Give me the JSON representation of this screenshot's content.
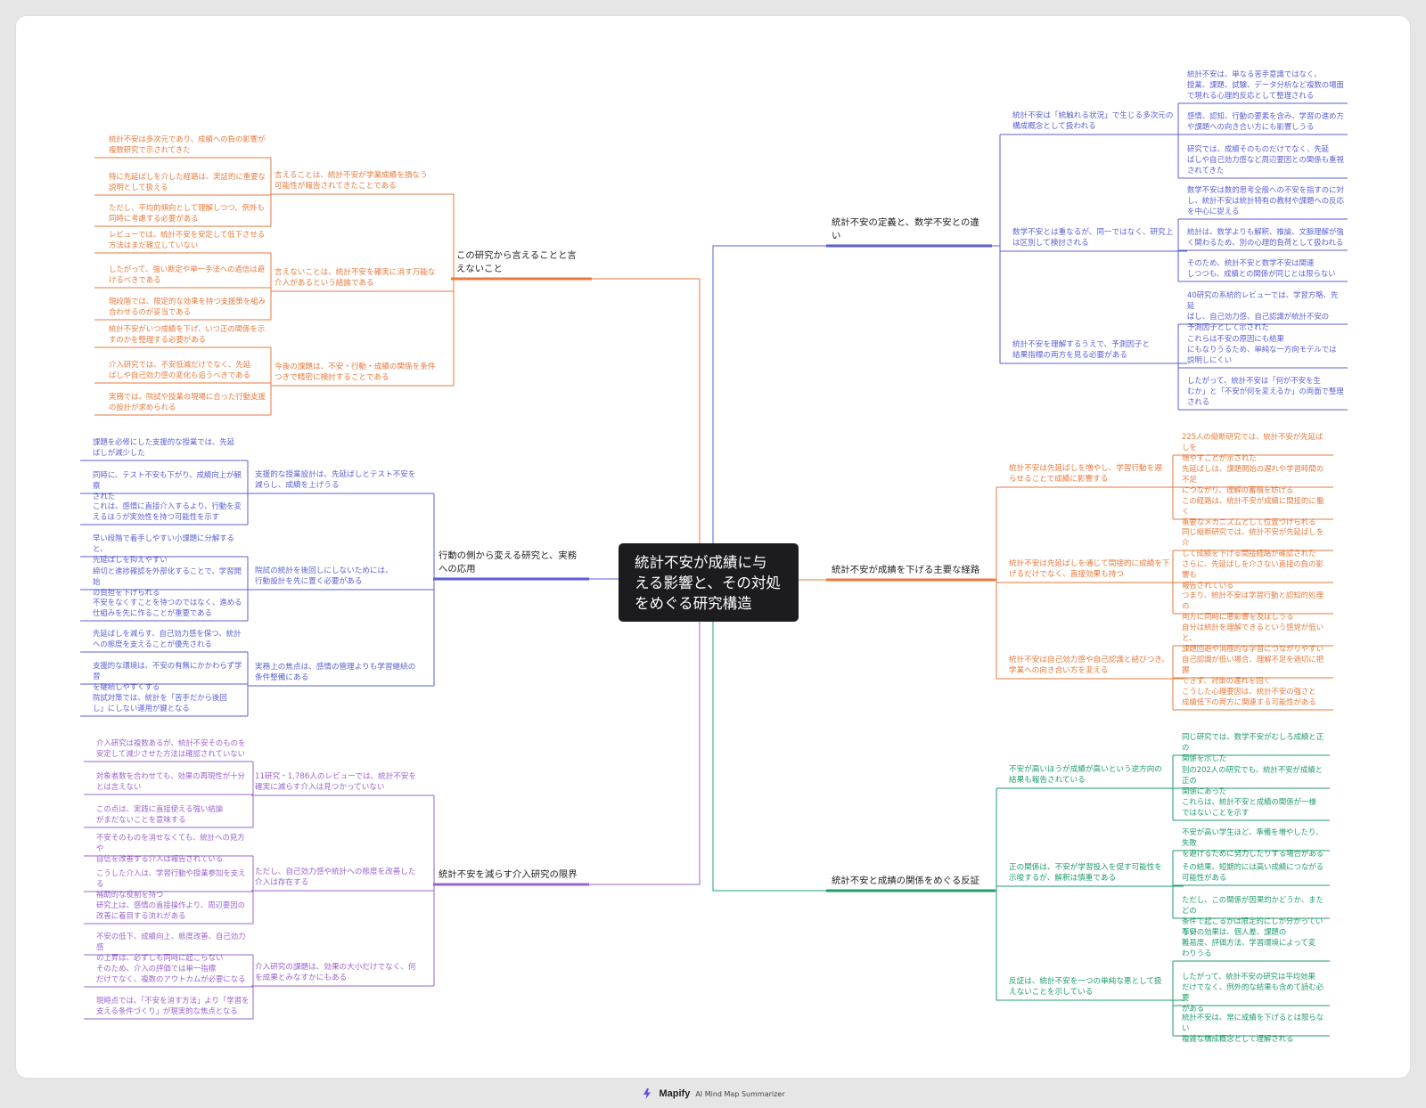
{
  "root": "統計不安が成績に与\nえる影響と、その対処\nをめぐる研究構造",
  "colors": {
    "blue": "#5a5fd6",
    "orange": "#ea7a3c",
    "green": "#1f9e6a",
    "purple": "#9a63d0",
    "root_bg": "#1c1c1e",
    "canvas": "#ffffff",
    "frame": "#e6e6e6"
  },
  "branches": [
    {
      "label": "統計不安の定義と、数学不安との違\nい",
      "color": "blue",
      "children": [
        {
          "label": "統計不安は「統触れる状況」で生じる多次元の\n構成概念として扱われる",
          "children": [
            "統計不安は、単なる苦手意識ではなく、\n授業、課題、試験、データ分析など複数の場面\nで現れる心理的反応として整理される",
            "感情、認知、行動の要素を含み、学習の進め方\nや課題への向き合い方にも影響しうる",
            "研究では、成績そのものだけでなく、先延\nばしや自己効力感など周辺要因との関係も重視\nされてきた"
          ]
        },
        {
          "label": "数学不安とは重なるが、同一ではなく、研究上\nは区別して検討される",
          "children": [
            "数学不安は数的思考全般への不安を指すのに対\nし、統計不安は統計特有の教材や課題への反応\nを中心に捉える",
            "統計は、数学よりも解釈、推論、文脈理解が強\nく関わるため、別の心理的負荷として扱われる",
            "そのため、統計不安と数学不安は関連\nしつつも、成績との関係が同じとは限らない"
          ]
        },
        {
          "label": "統計不安を理解するうえで、予測因子と\n結果指標の両方を見る必要がある",
          "children": [
            "40研究の系統的レビューでは、学習方略、先延\nばし、自己効力感、自己認識が統計不安の\n予測因子として示された",
            "これらは不安の原因にも結果\nにもなりうるため、単純な一方向モデルでは\n説明しにくい",
            "したがって、統計不安は「何が不安を生\nむか」と「不安が何を変えるか」の両面で整理\nされる"
          ]
        }
      ]
    },
    {
      "label": "統計不安が成績を下げる主要な経路",
      "color": "orange",
      "children": [
        {
          "label": "統計不安は先延ばしを増やし、学習行動を遅\nらせることで成績に影響する",
          "children": [
            "225人の縦断研究では、統計不安が先延ばしを\n増やすことが示された",
            "先延ばしは、課題開始の遅れや学習時間の不足\nにつながり、理解の蓄積を妨げる",
            "この経路は、統計不安が成績に間接的に働く\n重要なメカニズムとして位置づけられる"
          ]
        },
        {
          "label": "統計不安は先延ばしを通じて間接的に成績を下\nげるだけでなく、直接効果も持つ",
          "children": [
            "同じ縦断研究では、統計不安が先延ばしを介\nして成績を下げる間接経路が確認された",
            "さらに、先延ばしを介さない直接の負の影響も\n報告されている",
            "つまり、統計不安は学習行動と認知的処理の\n両方に同時に悪影響を及ぼしうる"
          ]
        },
        {
          "label": "統計不安は自己効力感や自己認識と結びつき、\n学業への向き合い方を変える",
          "children": [
            "自分は統計を理解できるという感覚が低いと、\n課題回避や消極的な学習につながりやすい",
            "自己認識が低い場合、理解不足を適切に把握\nできず、対策の遅れを招く",
            "こうした心理要因は、統計不安の強さと\n成績低下の両方に関連する可能性がある"
          ]
        }
      ]
    },
    {
      "label": "統計不安と成績の関係をめぐる反証",
      "color": "green",
      "children": [
        {
          "label": "不安が高いほうが成績が高いという逆方向の\n結果も報告されている",
          "children": [
            "同じ研究では、数学不安がむしろ成績と正の\n関係を示した",
            "別の202人の研究でも、統計不安が成績と正の\n関係にあった",
            "これらは、統計不安と成績の関係が一様\nではないことを示す"
          ]
        },
        {
          "label": "正の関係は、不安が学習投入を促す可能性を\n示唆するが、解釈は慎重である",
          "children": [
            "不安が高い学生ほど、準備を増やしたり、失敗\nを避けるために努力したりする場合がある",
            "その結果、短期的には高い成績につながる\n可能性がある",
            "ただし、この関係が因果的かどうか、またどの\n条件で起こるかは限定的にしか分かっていない"
          ]
        },
        {
          "label": "反証は、統計不安を一つの単純な悪として扱\nえないことを示している",
          "children": [
            "不安の効果は、個人差、課題の\n難易度、評価方法、学習環境によって変\nわりうる",
            "したがって、統計不安の研究は平均効果\nだけでなく、例外的な結果も含めて読む必要\nがある",
            "統計不安は、常に成績を下げるとは限らない\n複雑な構成概念として理解される"
          ]
        }
      ]
    },
    {
      "label": "この研究から言えることと言\nえないこと",
      "color": "orange",
      "children": [
        {
          "label": "言えることは、統計不安が学業成績を損なう\n可能性が報告されてきたことである",
          "children": [
            "統計不安は多次元であり、成績への負の影響が\n複数研究で示されてきた",
            "特に先延ばしを介した経路は、実証的に重要な\n説明として扱える",
            "ただし、平均的傾向として理解しつつ、例外も\n同時に考慮する必要がある"
          ]
        },
        {
          "label": "言えないことは、統計不安を確実に消す万能な\n介入があるという結論である",
          "children": [
            "レビューでは、統計不安を安定して低下させる\n方法はまだ確立していない",
            "したがって、強い断定や単一手法への過信は避\nけるべきである",
            "現段階では、限定的な効果を持つ支援策を組み\n合わせるのが妥当である"
          ]
        },
        {
          "label": "今後の課題は、不安・行動・成績の関係を条件\nつきで精密に検討することである",
          "children": [
            "統計不安がいつ成績を下げ、いつ正の関係を示\nすのかを整理する必要がある",
            "介入研究では、不安低減だけでなく、先延\nばしや自己効力感の変化も追うべきである",
            "実務では、院試や授業の現場に合った行動支援\nの設計が求められる"
          ]
        }
      ]
    },
    {
      "label": "行動の側から変える研究と、実務\nへの応用",
      "color": "blue",
      "children": [
        {
          "label": "支援的な授業設計は、先延ばしとテスト不安を\n減らし、成績を上げうる",
          "children": [
            "課題を必修にした支援的な授業では、先延\nばしが減少した",
            "同時に、テスト不安も下がり、成績向上が観察\nされた",
            "これは、感情に直接介入するより、行動を変\nえるほうが実効性を持つ可能性を示す"
          ]
        },
        {
          "label": "院試の統計を後回しにしないためには、\n行動設計を先に置く必要がある",
          "children": [
            "早い段階で着手しやすい小課題に分解すると、\n先延ばしを抑えやすい",
            "締切と進捗確認を外部化することで、学習開始\nの負担を下げられる",
            "不安をなくすことを待つのではなく、進める\n仕組みを先に作ることが重要である"
          ]
        },
        {
          "label": "実務上の焦点は、感情の管理よりも学習継続の\n条件整備にある",
          "children": [
            "先延ばしを減らす、自己効力感を保つ、統計\nへの態度を支えることが優先される",
            "支援的な環境は、不安の有無にかかわらず学習\nを継続しやすくする",
            "院試対策では、統計を「苦手だから後回\nし」にしない運用が鍵となる"
          ]
        }
      ]
    },
    {
      "label": "統計不安を減らす介入研究の限界",
      "color": "purple",
      "children": [
        {
          "label": "11研究・1,786人のレビューでは、統計不安を\n確実に減らす介入は見つかっていない",
          "children": [
            "介入研究は複数あるが、統計不安そのものを\n安定して減少させた方法は確認されていない",
            "対象者数を合わせても、効果の再現性が十分\nとは言えない",
            "この点は、実践に直接使える強い結論\nがまだないことを意味する"
          ]
        },
        {
          "label": "ただし、自己効力感や統計への態度を改善した\n介入は存在する",
          "children": [
            "不安そのものを消せなくても、統計への見方や\n自信を改善する介入は報告されている",
            "こうした介入は、学習行動や授業参加を支える\n補助的な役割を持つ",
            "研究上は、感情の直接操作より、周辺要因の\n改善に着目する流れがある"
          ]
        },
        {
          "label": "介入研究の課題は、効果の大小だけでなく、何\nを成果とみなすかにもある",
          "children": [
            "不安の低下、成績向上、態度改善、自己効力感\nの上昇は、必ずしも同時に起こらない",
            "そのため、介入の評価では単一指標\nだけでなく、複数のアウトカムが必要になる",
            "現時点では、「不安を消す方法」より「学習を\n支える条件づくり」が現実的な焦点となる"
          ]
        }
      ]
    }
  ],
  "footer": {
    "brand": "Mapify",
    "tagline": "AI Mind Map Summarizer"
  }
}
